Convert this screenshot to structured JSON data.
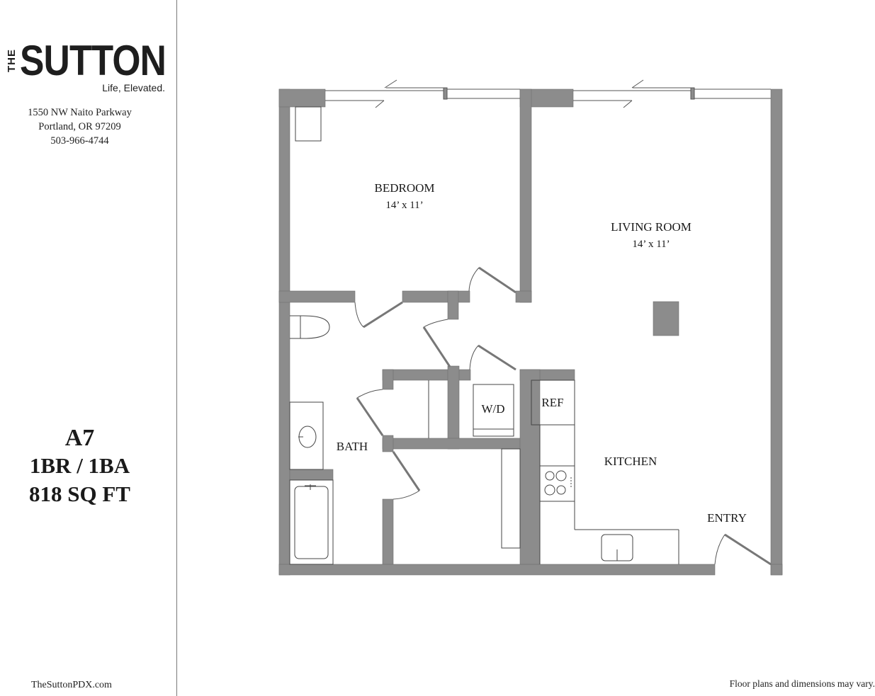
{
  "brand": {
    "prefix": "THE",
    "name": "SUTTON",
    "tagline": "Life, Elevated."
  },
  "contact": {
    "address_line1": "1550 NW Naito Parkway",
    "address_line2": "Portland, OR 97209",
    "phone": "503-966-4744",
    "website": "TheSuttonPDX.com"
  },
  "unit": {
    "name": "A7",
    "rooms": "1BR / 1BA",
    "sqft": "818 SQ FT"
  },
  "rooms": {
    "bedroom": {
      "label": "BEDROOM",
      "size": "14’ x 11’"
    },
    "living_room": {
      "label": "LIVING ROOM",
      "size": "14’ x 11’"
    },
    "bath": {
      "label": "BATH"
    },
    "wd": {
      "label": "W/D"
    },
    "ref": {
      "label": "REF"
    },
    "kitchen": {
      "label": "KITCHEN"
    },
    "entry": {
      "label": "ENTRY"
    }
  },
  "colors": {
    "wall": "#8c8c8c",
    "line": "#555555",
    "text": "#1a1a1a"
  },
  "footer": {
    "disclaimer": "Floor plans and dimensions may vary."
  }
}
